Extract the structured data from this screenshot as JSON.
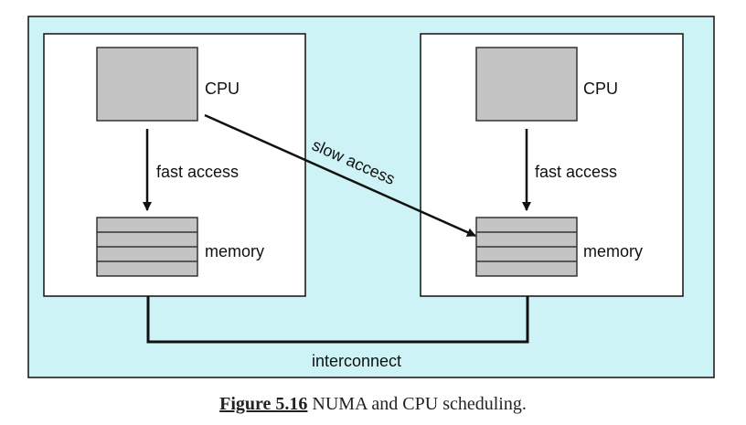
{
  "diagram": {
    "colors": {
      "background_panel": "#cdf3f7",
      "node_box": "#ffffff",
      "cpu_fill": "#c4c4c4",
      "memory_fill": "#c4c4c4",
      "line": "#111111"
    },
    "left_node": {
      "cpu_label": "CPU",
      "access_label": "fast access",
      "memory_label": "memory"
    },
    "right_node": {
      "cpu_label": "CPU",
      "access_label": "fast access",
      "memory_label": "memory"
    },
    "cross_access_label": "slow access",
    "interconnect_label": "interconnect"
  },
  "caption": {
    "figure_label": "Figure 5.16",
    "text": " NUMA and CPU scheduling."
  }
}
